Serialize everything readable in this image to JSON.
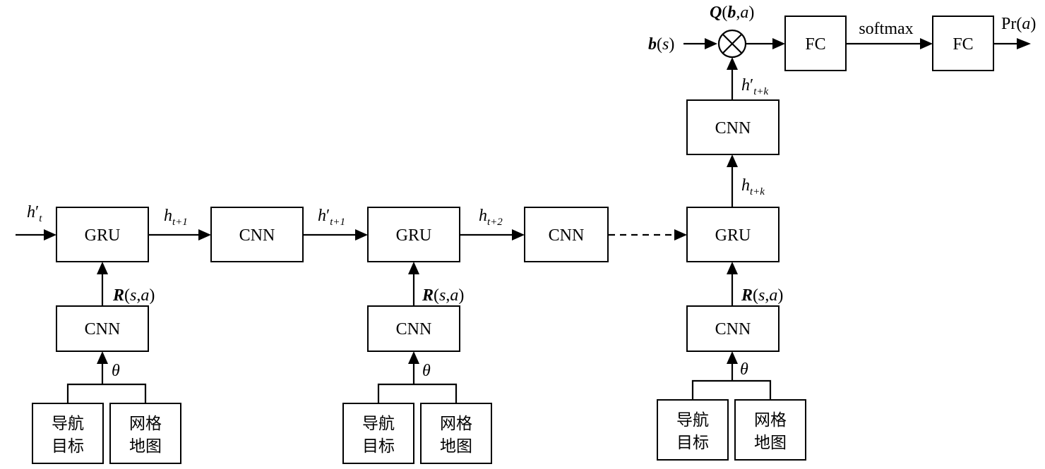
{
  "blocks": {
    "gru": "GRU",
    "cnn": "CNN",
    "fc": "FC"
  },
  "inputs": {
    "nav_goal_line1": "导航",
    "nav_goal_line2": "目标",
    "grid_map_line1": "网格",
    "grid_map_line2": "地图"
  },
  "labels": {
    "theta": "θ",
    "h": "h",
    "prime": "′",
    "t": "t",
    "t_plus_1": "t+1",
    "t_plus_2": "t+2",
    "t_plus_k": "t+k",
    "R": "R",
    "s": "s",
    "a": "a",
    "b": "b",
    "Q": "Q",
    "Pr": "Pr",
    "open_paren": "(",
    "close_paren": ")",
    "comma": ",",
    "softmax": "softmax"
  }
}
